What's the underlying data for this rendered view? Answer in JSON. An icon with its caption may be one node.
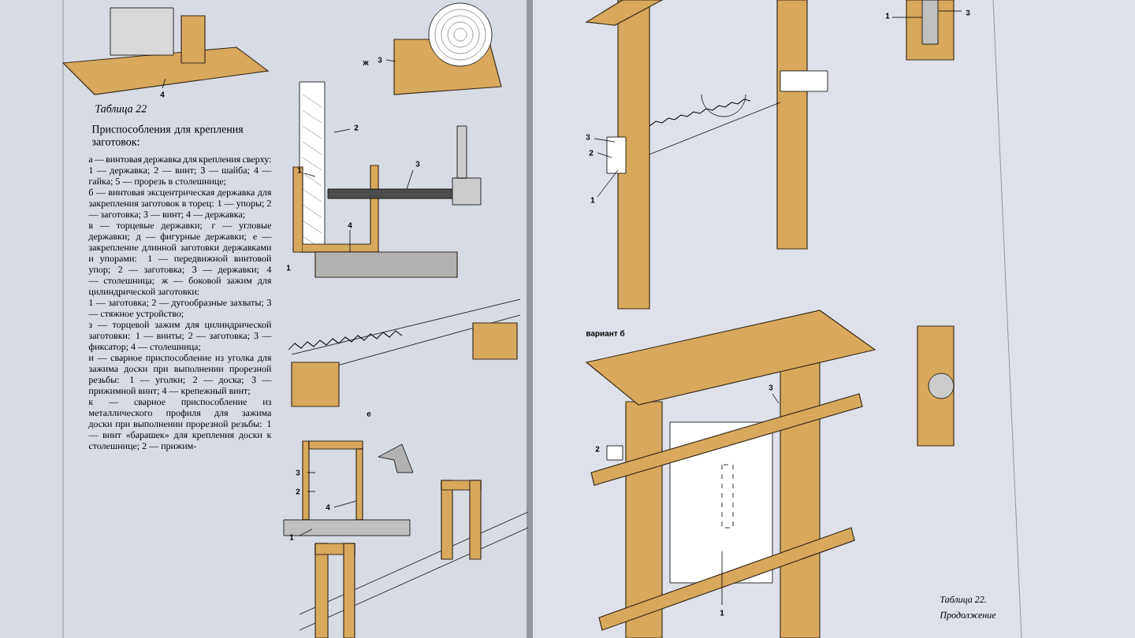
{
  "diagram": {
    "title": "Приспособления для крепления заготовок:",
    "labels": [
      "Таблица 22",
      "а — винтовая державка для крепления сверху: 1 — державка; 2 — винт; 3 — шайба; 4 — гайка; 5 — прорезь в столешнице;",
      "б — винтовая эксцентрическая державка для закрепления заготовок в торец: 1 — упоры; 2 — заготовка; 3 — винт; 4 — державка;",
      "в — торцевые державки; г — угловые державки; д — фигурные державки; е — закрепление длинной заготовки державками и упорами: 1 — передвижной винтовой упор; 2 — заготовка; 3 — державки; 4 — столешница; ж — боковой зажим для цилиндрической заготовки:",
      "1 — заготовка; 2 — дугообразные захваты; 3 — стяжное устройство;",
      "з — торцевой зажим для цилиндрической заготовки: 1 — винты; 2 — заготовка; 3 — фиксатор; 4 — столешница;",
      "и — сварное приспособление из уголка для зажима доски при выполнении прорезной резьбы: 1 — уголки; 2 — доска; 3 — прижимной винт; 4 — крепежный винт;",
      "к — сварное приспособление из металлического профиля для зажима доски при выполнении прорезной резьбы: 1 — винт «барашек» для крепления доски к столешнице; 2 — прижим-",
      "4",
      "3",
      "ж",
      "2",
      "1",
      "3",
      "4",
      "1",
      "е",
      "3",
      "2",
      "1",
      "4",
      "3",
      "2",
      "1",
      "1",
      "3",
      "вариант б",
      "3",
      "2",
      "1",
      "Таблица 22.",
      "Продолжение"
    ]
  }
}
